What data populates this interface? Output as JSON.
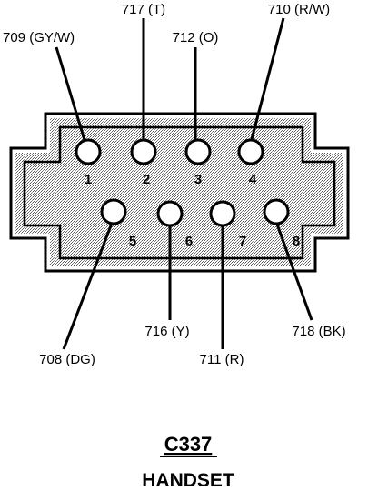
{
  "connector": {
    "code": "C337",
    "name": "HANDSET"
  },
  "pins": [
    {
      "number": "1",
      "wire_label": "709 (GY/W)"
    },
    {
      "number": "2",
      "wire_label": "717 (T)"
    },
    {
      "number": "3",
      "wire_label": "712 (O)"
    },
    {
      "number": "4",
      "wire_label": "710 (R/W)"
    },
    {
      "number": "5",
      "wire_label": "708 (DG)"
    },
    {
      "number": "6",
      "wire_label": "716 (Y)"
    },
    {
      "number": "7",
      "wire_label": "711 (R)"
    },
    {
      "number": "8",
      "wire_label": "718 (BK)"
    }
  ],
  "colors": {
    "ink": "#000000",
    "fill_stipple": "#9a9a9a",
    "background": "#ffffff"
  }
}
